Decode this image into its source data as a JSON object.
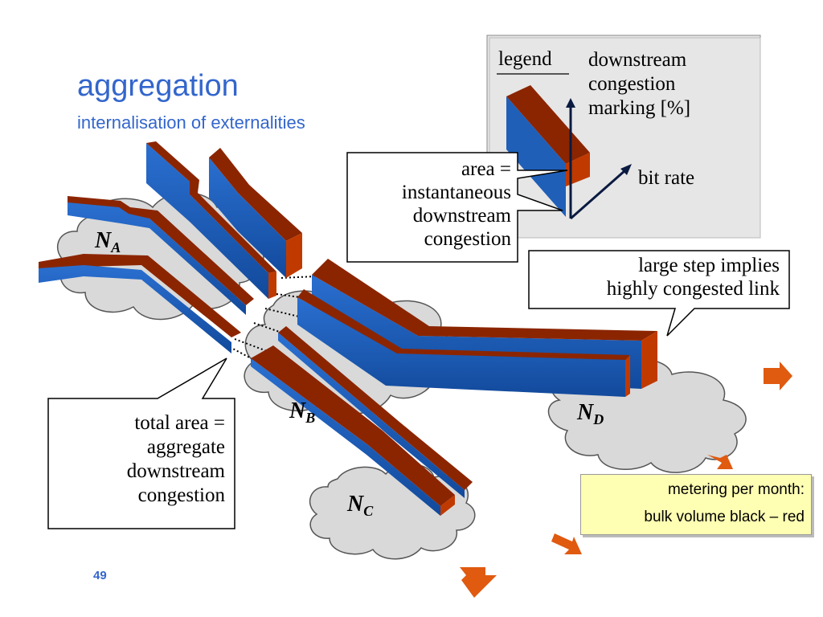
{
  "title": "aggregation",
  "subtitle": "internalisation of externalities",
  "page_number": "49",
  "legend": {
    "label": "legend",
    "y_axis": [
      "downstream",
      "congestion",
      "marking [%]"
    ],
    "x_axis": "bit rate"
  },
  "callouts": {
    "area": [
      "area =",
      "instantaneous",
      "downstream",
      "congestion"
    ],
    "large_step": [
      "large step implies",
      "highly congested link"
    ],
    "total_area": [
      "total area =",
      "aggregate",
      "downstream",
      "congestion"
    ]
  },
  "nodes": [
    {
      "letter": "N",
      "sub": "A"
    },
    {
      "letter": "N",
      "sub": "B"
    },
    {
      "letter": "N",
      "sub": "C"
    },
    {
      "letter": "N",
      "sub": "D"
    }
  ],
  "metering": [
    "metering per month:",
    "bulk volume black – red"
  ],
  "colors": {
    "title": "#3366cc",
    "blue": "#1f5fb8",
    "red": "#a02a00",
    "cloud": "#d9d9d9",
    "note": "#ffffb3",
    "arrow": "#e05a10"
  }
}
